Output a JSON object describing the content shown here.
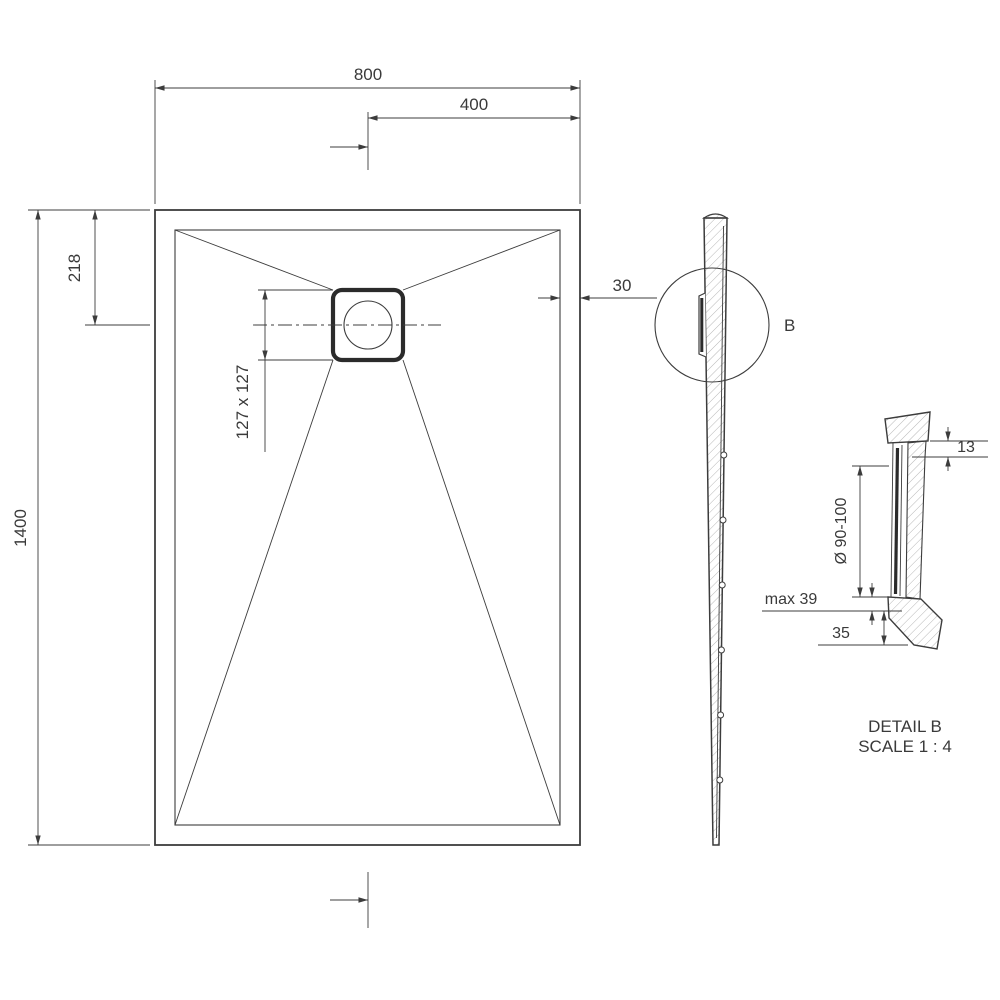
{
  "colors": {
    "line": "#3c3c3c",
    "background": "#ffffff",
    "hatch": "#8f8f8f"
  },
  "top_view": {
    "width": "800",
    "drain_offset_x": "400",
    "drain_offset_y": "218",
    "length": "1400",
    "rim_width": "30",
    "drain_size": "127 x 127"
  },
  "side_view": {
    "detail_marker": "B"
  },
  "detail_view": {
    "rim_thickness": "13",
    "drain_diameter": "Ø 90-100",
    "max_depth": "max 39",
    "foot_width": "35",
    "title": "DETAIL B",
    "scale": "SCALE 1 : 4"
  }
}
